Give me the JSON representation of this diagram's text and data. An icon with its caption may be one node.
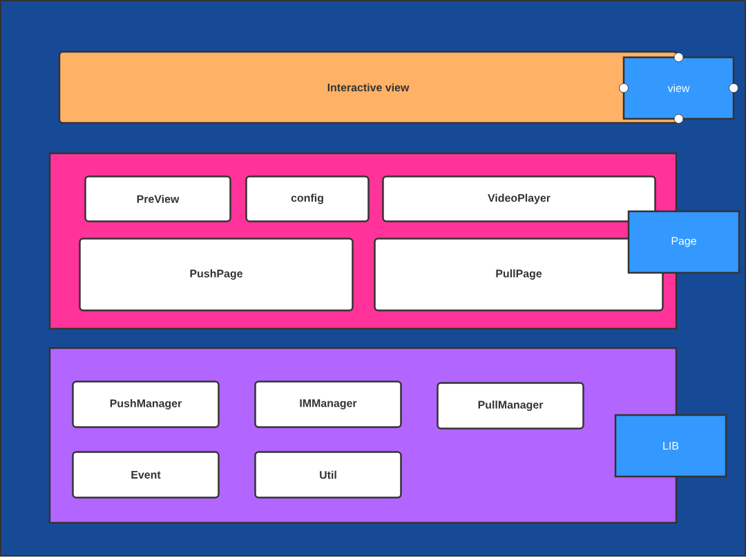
{
  "diagram": {
    "nodes": [
      {
        "text": [
          "Interactive view"
        ]
      },
      {
        "text": [
          "view"
        ]
      },
      {
        "text": [],
        "shape": "box"
      },
      {
        "text": [
          "PreView"
        ],
        "in": 2
      },
      {
        "text": [
          "config"
        ],
        "in": 2
      },
      {
        "text": [
          "VideoPlayer"
        ],
        "in": 2
      },
      {
        "text": [
          "PushPage"
        ],
        "in": 2
      },
      {
        "text": [
          "PullPage"
        ],
        "in": 2
      },
      {
        "text": [
          "Page"
        ]
      },
      {
        "text": [],
        "shape": "box"
      },
      {
        "text": [
          "PushManager"
        ],
        "in": 9
      },
      {
        "text": [
          "IMManager"
        ],
        "in": 9
      },
      {
        "text": [
          "PullManager"
        ],
        "in": 9
      },
      {
        "text": [
          "Event"
        ],
        "in": 9
      },
      {
        "text": [
          "Util"
        ],
        "in": 9
      },
      {
        "text": [
          "LIB"
        ]
      }
    ]
  }
}
